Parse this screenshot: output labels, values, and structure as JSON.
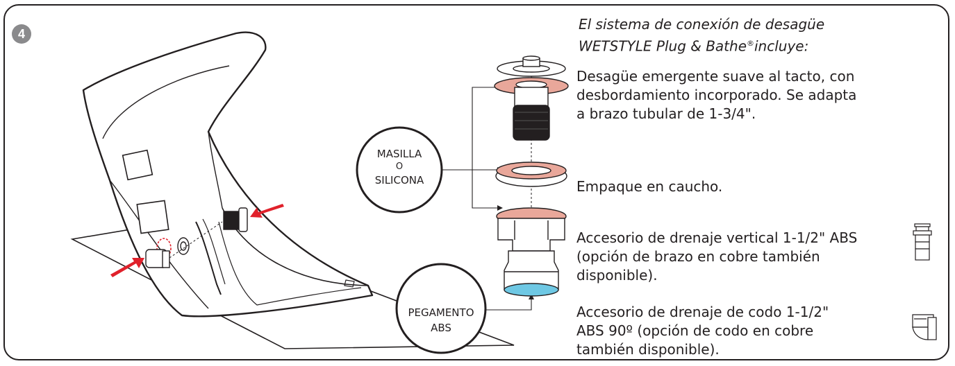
{
  "step_number": "4",
  "intro": {
    "line1": "El sistema de conexión de desagüe",
    "line2_prefix": "WETSTYLE Plug & Bathe",
    "registered_mark": "®",
    "line2_suffix": "incluye:"
  },
  "callouts": {
    "sealant": {
      "line1": "MASILLA",
      "line2": "O",
      "line3": "SILICONA"
    },
    "glue": {
      "line1": "PEGAMENTO",
      "line2": "ABS"
    }
  },
  "components": [
    {
      "lines": [
        "Desagüe emergente suave al tacto, con",
        "desbordamiento incorporado. Se adapta",
        "a brazo tubular de 1-3/4\"."
      ]
    },
    {
      "lines": [
        "Empaque en caucho."
      ]
    },
    {
      "lines": [
        "Accesorio de drenaje vertical 1-1/2\" ABS",
        "(opción de brazo en cobre también",
        "disponible)."
      ],
      "icon": "vertical-drain-fitting-icon"
    },
    {
      "lines": [
        "Accesorio de drenaje de codo 1-1/2\"",
        "ABS 90º (opción de codo en cobre",
        "también disponible)."
      ],
      "icon": "elbow-drain-fitting-icon"
    }
  ],
  "colors": {
    "line": "#231f20",
    "arrow": "#e0212b",
    "gasket_tint": "#e9a79a",
    "pipe_opening": "#6ec8e4",
    "badge": "#8a8a8c"
  }
}
